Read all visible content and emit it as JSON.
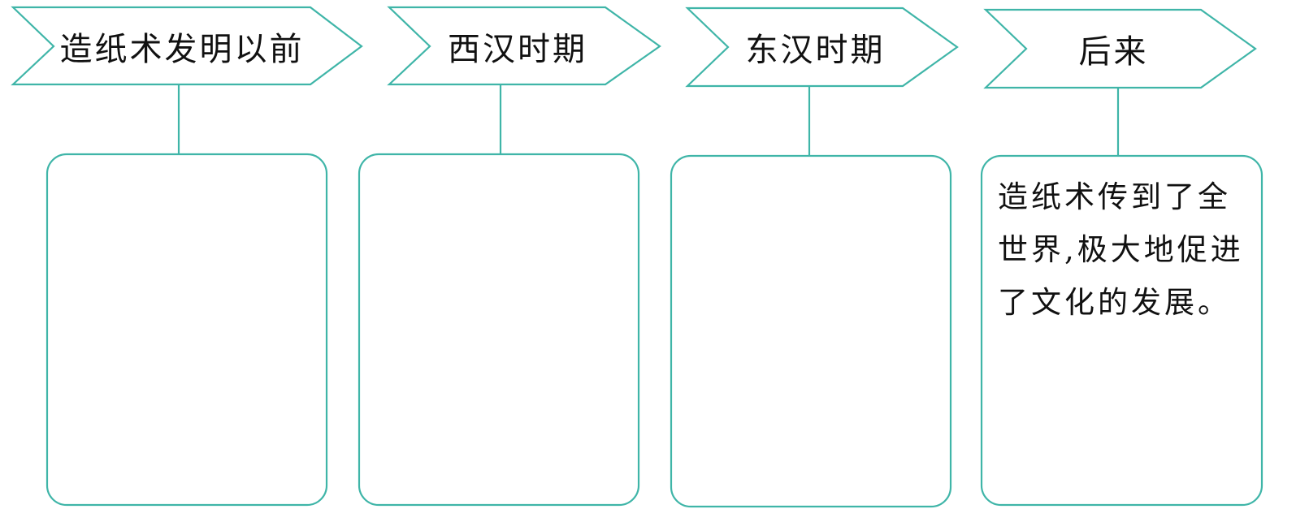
{
  "accent_color": "#3fb5a8",
  "stages": [
    {
      "label": "造纸术发明以前",
      "content": ""
    },
    {
      "label": "西汉时期",
      "content": ""
    },
    {
      "label": "东汉时期",
      "content": ""
    },
    {
      "label": "后来",
      "content": "造纸术传到了全世界,极大地促进了文化的发展。"
    }
  ]
}
